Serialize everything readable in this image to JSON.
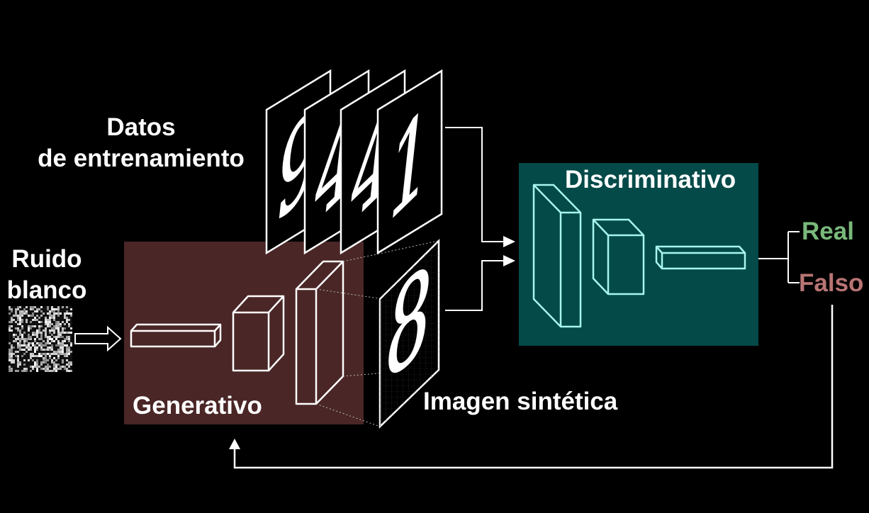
{
  "labels": {
    "training_data": [
      "Datos",
      "de entrenamiento"
    ],
    "noise": [
      "Ruido",
      "blanco"
    ],
    "generator": "Generativo",
    "discriminator": "Discriminativo",
    "synthetic": "Imagen sintética",
    "real": "Real",
    "fake": "Falso"
  },
  "digits": {
    "training": [
      "9",
      "4",
      "4",
      "1"
    ],
    "synthetic": "8"
  },
  "colors": {
    "background": "#000000",
    "generator_box": "#4a2626",
    "discriminator_box": "#034a48",
    "generator_layers": "#ffffff",
    "discriminator_layers": "#a8f5ee",
    "real": "#7ab87a",
    "fake": "#b87474",
    "line": "#ffffff"
  }
}
